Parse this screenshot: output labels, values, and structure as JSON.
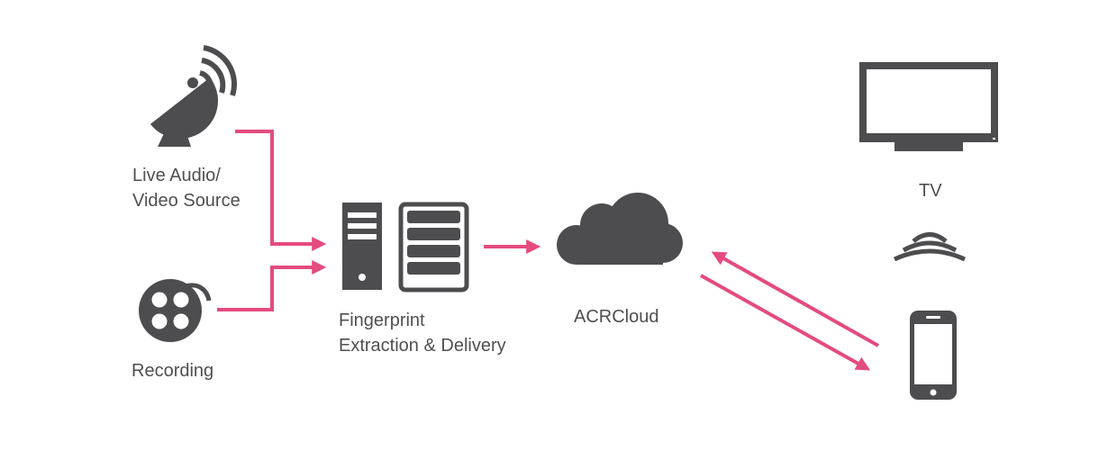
{
  "colors": {
    "icon": "#4d4d4f",
    "connector": "#e44b7f",
    "text": "#4f4f4f"
  },
  "nodes": {
    "live_source": {
      "line1": "Live Audio/",
      "line2": "Video Source",
      "icon": "satellite-dish-icon"
    },
    "recording": {
      "label": "Recording",
      "icon": "film-reel-icon"
    },
    "fingerprint": {
      "line1": "Fingerprint",
      "line2": "Extraction & Delivery",
      "icon": "server-icon"
    },
    "cloud": {
      "label": "ACRCloud",
      "icon": "cloud-icon"
    },
    "tv": {
      "label": "TV",
      "icon": "tv-icon"
    },
    "phone": {
      "icon": "smartphone-icon"
    },
    "signal": {
      "icon": "signal-waves-icon"
    }
  },
  "edges": [
    {
      "from": "live_source",
      "to": "fingerprint"
    },
    {
      "from": "recording",
      "to": "fingerprint"
    },
    {
      "from": "fingerprint",
      "to": "cloud"
    },
    {
      "from": "phone",
      "to": "cloud"
    },
    {
      "from": "cloud",
      "to": "phone"
    }
  ]
}
